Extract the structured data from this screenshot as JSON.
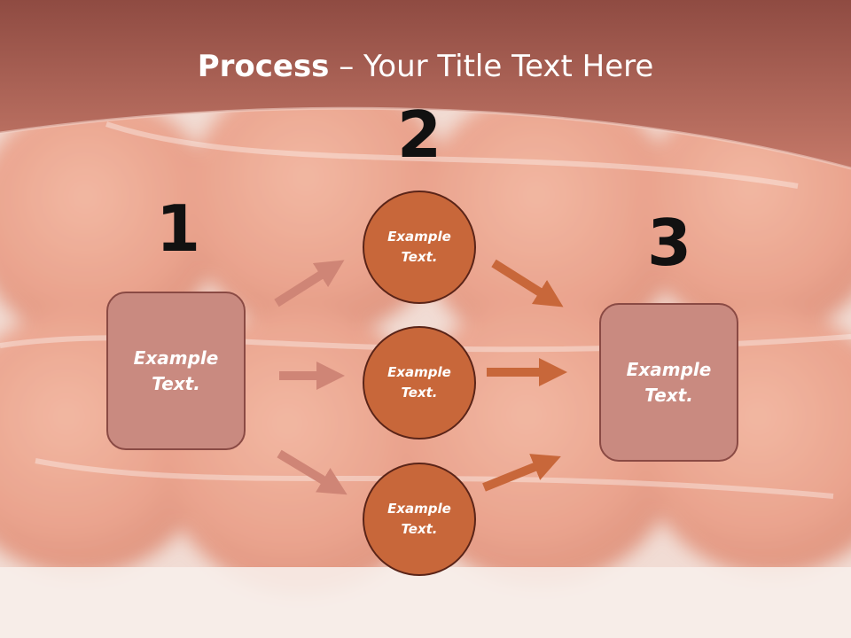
{
  "slide": {
    "title_bold": "Process",
    "title_rest": " – Your Title Text Here"
  },
  "steps": {
    "one": "1",
    "two": "2",
    "three": "3"
  },
  "nodes": {
    "left_box": "Example Text.",
    "circle_top": "Example Text.",
    "circle_middle": "Example Text.",
    "circle_bottom": "Example Text.",
    "right_box": "Example Text."
  },
  "colors": {
    "header": "#b96c5e",
    "box_fill": "#c98a80",
    "circle_fill": "#c8673a",
    "arrow_light": "#cf8576",
    "arrow_dark": "#c8673a"
  }
}
